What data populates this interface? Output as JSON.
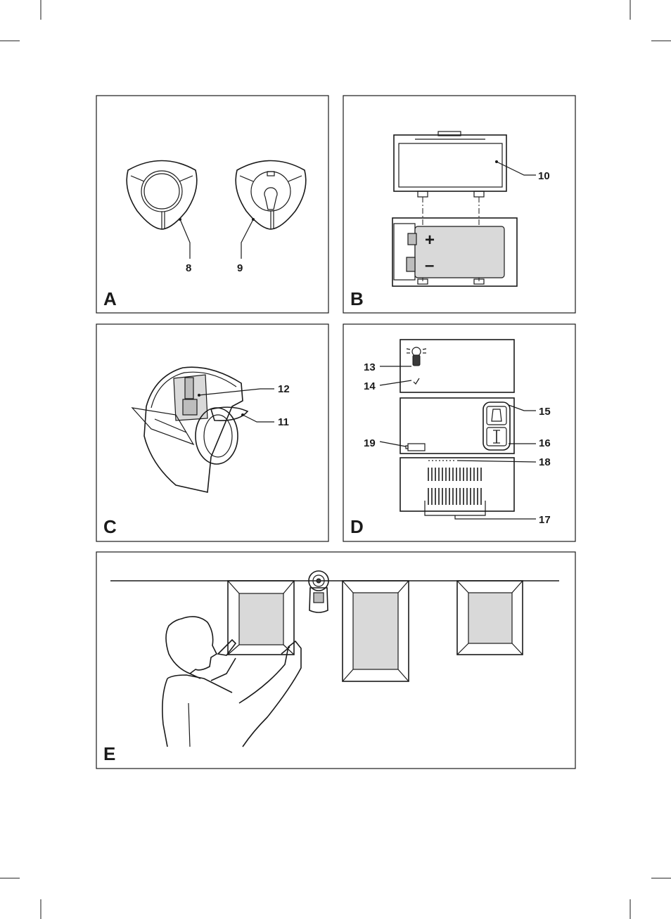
{
  "panels": {
    "a": {
      "letter": "A",
      "callouts": [
        "8",
        "9"
      ]
    },
    "b": {
      "letter": "B",
      "callouts": [
        "10"
      ],
      "plus_sign": "+",
      "minus_sign": "–"
    },
    "c": {
      "letter": "C",
      "callouts": [
        "12",
        "11"
      ]
    },
    "d": {
      "letter": "D",
      "callouts": [
        "13",
        "14",
        "15",
        "16",
        "19",
        "18",
        "17"
      ]
    },
    "e": {
      "letter": "E"
    }
  }
}
